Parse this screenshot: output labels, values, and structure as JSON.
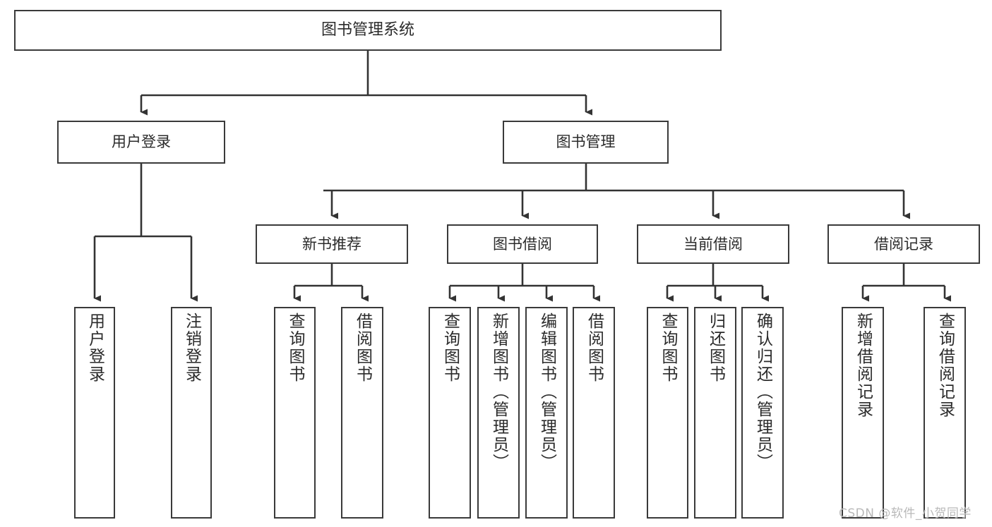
{
  "diagram": {
    "title": "图书管理系统",
    "type": "tree",
    "root": {
      "id": "root",
      "label": "图书管理系统"
    },
    "level1": [
      {
        "id": "user-login",
        "label": "用户登录"
      },
      {
        "id": "book-manage",
        "label": "图书管理"
      }
    ],
    "level2": [
      {
        "id": "new-book-recommend",
        "label": "新书推荐",
        "parent": "book-manage"
      },
      {
        "id": "book-borrow",
        "label": "图书借阅",
        "parent": "book-manage"
      },
      {
        "id": "current-borrow",
        "label": "当前借阅",
        "parent": "book-manage"
      },
      {
        "id": "borrow-record",
        "label": "借阅记录",
        "parent": "book-manage"
      }
    ],
    "leaves": [
      {
        "id": "leaf-user-login",
        "label": "用户登录",
        "parent": "user-login"
      },
      {
        "id": "leaf-logout-login",
        "label": "注销登录",
        "parent": "user-login"
      },
      {
        "id": "leaf-query-book-1",
        "label": "查询图书",
        "parent": "new-book-recommend"
      },
      {
        "id": "leaf-borrow-book-1",
        "label": "借阅图书",
        "parent": "new-book-recommend"
      },
      {
        "id": "leaf-query-book-2",
        "label": "查询图书",
        "parent": "book-borrow"
      },
      {
        "id": "leaf-add-book",
        "label": "新增图书（管理员）",
        "parent": "book-borrow"
      },
      {
        "id": "leaf-edit-book",
        "label": "编辑图书（管理员）",
        "parent": "book-borrow"
      },
      {
        "id": "leaf-borrow-book-2",
        "label": "借阅图书",
        "parent": "book-borrow"
      },
      {
        "id": "leaf-query-book-3",
        "label": "查询图书",
        "parent": "current-borrow"
      },
      {
        "id": "leaf-return-book",
        "label": "归还图书",
        "parent": "current-borrow"
      },
      {
        "id": "leaf-confirm-return",
        "label": "确认归还（管理员）",
        "parent": "current-borrow"
      },
      {
        "id": "leaf-add-record",
        "label": "新增借阅记录",
        "parent": "borrow-record"
      },
      {
        "id": "leaf-query-record",
        "label": "查询借阅记录",
        "parent": "borrow-record"
      }
    ],
    "colors": {
      "stroke": "#3a3a3a",
      "edge": "#333333",
      "background": "#ffffff",
      "text": "#2b2b2b",
      "watermark": "#b9b9b9"
    }
  },
  "watermark": {
    "text": "CSDN @软件_小贺同学"
  }
}
